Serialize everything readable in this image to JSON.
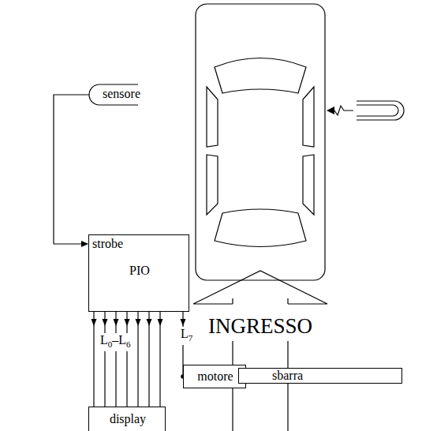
{
  "diagram": {
    "nodes": [
      {
        "text": [
          "sensore"
        ]
      },
      {
        "text": [
          "strobe",
          "PIO"
        ]
      },
      {
        "text": [
          "display"
        ]
      },
      {
        "text": [
          "motore"
        ]
      },
      {
        "text": [
          "sbarra"
        ]
      }
    ],
    "edges": [
      {
        "from": 0,
        "to": 1,
        "arrow": "to"
      },
      {
        "from": 1,
        "to": 2,
        "arrow": "to"
      },
      {
        "from": 1,
        "to": 3,
        "arrow": "to"
      }
    ],
    "labels": [
      "L",
      "0",
      "–L",
      "6",
      "L",
      "7",
      "INGRESSO"
    ]
  }
}
